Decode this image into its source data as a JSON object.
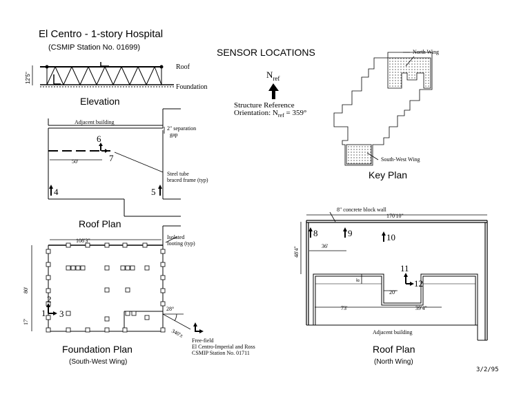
{
  "header": {
    "title": "El Centro - 1-story Hospital",
    "station": "(CSMIP Station No. 01699)",
    "sensor_title": "SENSOR LOCATIONS"
  },
  "north_ref": {
    "label": "N",
    "sub": "ref",
    "orientation_line1": "Structure Reference",
    "orientation_prefix": "Orientation: N",
    "orientation_sub": "ref",
    "orientation_value": " = 359°"
  },
  "elevation": {
    "title": "Elevation",
    "roof": "Roof",
    "foundation": "Foundation",
    "height": "12'5\""
  },
  "roof_plan_sw": {
    "title": "Roof Plan",
    "adjacent": "Adjacent building",
    "gap_line1": "2\" separation",
    "gap_line2": "gap",
    "dim_50": "50'",
    "brace_line1": "Steel tube",
    "brace_line2": "braced frame (typ)",
    "s4": "4",
    "s5": "5",
    "s6": "6",
    "s7": "7"
  },
  "foundation_plan": {
    "title": "Foundation Plan",
    "subtitle": "(South-West Wing)",
    "width": "108'3\"",
    "depth": "80'",
    "dim_17": "17'",
    "isolated_line1": "Isolated",
    "isolated_line2": "footing (typ)",
    "angle": "28°",
    "dist": "340'±",
    "s1": "1",
    "s2": "2",
    "s3": "3"
  },
  "free_field": {
    "line1": "Free-field",
    "line2": "El Centro-Imperial and Ross",
    "line3": "CSMIP Station No. 01711"
  },
  "key_plan": {
    "title": "Key Plan",
    "north_wing": "North Wing",
    "south_west_wing": "South-West Wing"
  },
  "roof_plan_n": {
    "title": "Roof Plan",
    "subtitle": "(North Wing)",
    "wall": "8\" concrete block wall",
    "width": "170'10\"",
    "depth": "48'4\"",
    "dim_36": "36'",
    "dim_8": "8'",
    "dim_20": "20'",
    "dim_73": "73'",
    "dim_39": "39'4\"",
    "adjacent": "Adjacent building",
    "s8": "8",
    "s9": "9",
    "s10": "10",
    "s11": "11",
    "s12": "12"
  },
  "date": "3/2/95"
}
